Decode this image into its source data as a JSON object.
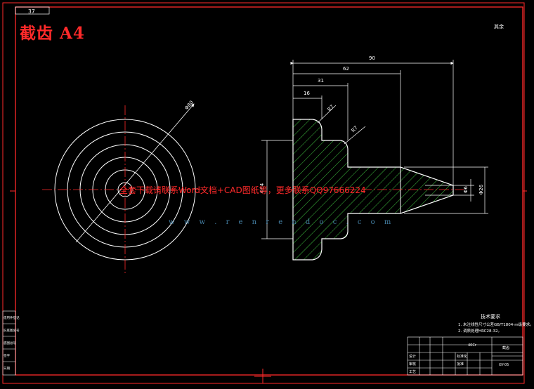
{
  "drawing": {
    "title": "截齿 A4",
    "corner_tag": "37",
    "roughness_note": "其余",
    "watermark_text": "全套下载请联系Word文档+CAD图纸等，更多联系QQ97666224",
    "site_text": "w w w . r e n r e n d o c . c o m"
  },
  "dimensions": {
    "d_90": "90",
    "d_62": "62",
    "d_31": "31",
    "d_16": "16",
    "r7a": "R7",
    "r7b": "R7",
    "dia_circle": "Φ80",
    "dia_body": "Φ64",
    "dia_tip": "Φ6",
    "dia_shank": "Φ26"
  },
  "requirements": {
    "title": "技术要求",
    "line1": "1. 未注线性尺寸公差GB/T1804-m级要求。",
    "line2": "2. 调质处理HRC28-32。"
  },
  "title_block": {
    "material": "40Cr",
    "part_name": "截齿",
    "drawing_no": "GY-05",
    "labels": [
      "设计",
      "审核",
      "工艺",
      "标准化",
      "批准"
    ]
  },
  "side_strip": {
    "labels": [
      "借用件登记",
      "旧底图总号",
      "底图总号",
      "签字",
      "日期"
    ]
  }
}
